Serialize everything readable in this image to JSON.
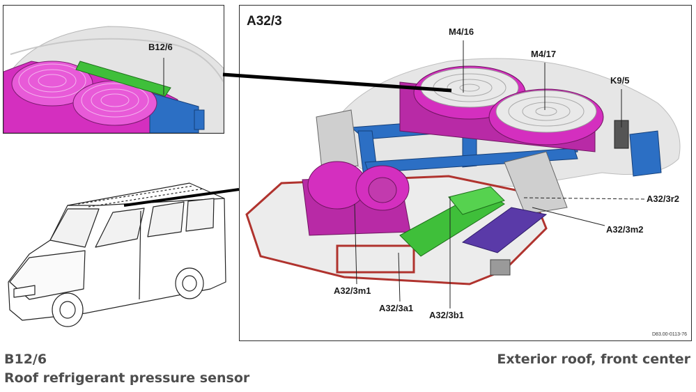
{
  "inset": {
    "label_b12_6": "B12/6"
  },
  "main": {
    "title": "A32/3",
    "labels": {
      "m4_16": "M4/16",
      "m4_17": "M4/17",
      "k9_5": "K9/5",
      "a32_3r2": "A32/3r2",
      "a32_3m2": "A32/3m2",
      "a32_3m1": "A32/3m1",
      "a32_3a1": "A32/3a1",
      "a32_3b1": "A32/3b1"
    },
    "figure_code": "D83.00-0113-76"
  },
  "caption": {
    "component_code": "B12/6",
    "component_name": "Roof refrigerant pressure sensor",
    "location": "Exterior roof, front center"
  },
  "colors": {
    "magenta": "#d42fbf",
    "blue": "#2c6fc4",
    "green": "#3fbf3a",
    "purple": "#5a3aa8",
    "red_outline": "#b0332e",
    "shell": "#dcdcdc"
  },
  "icons": [
    "fan-grille-icon",
    "blower-icon",
    "van-icon"
  ]
}
